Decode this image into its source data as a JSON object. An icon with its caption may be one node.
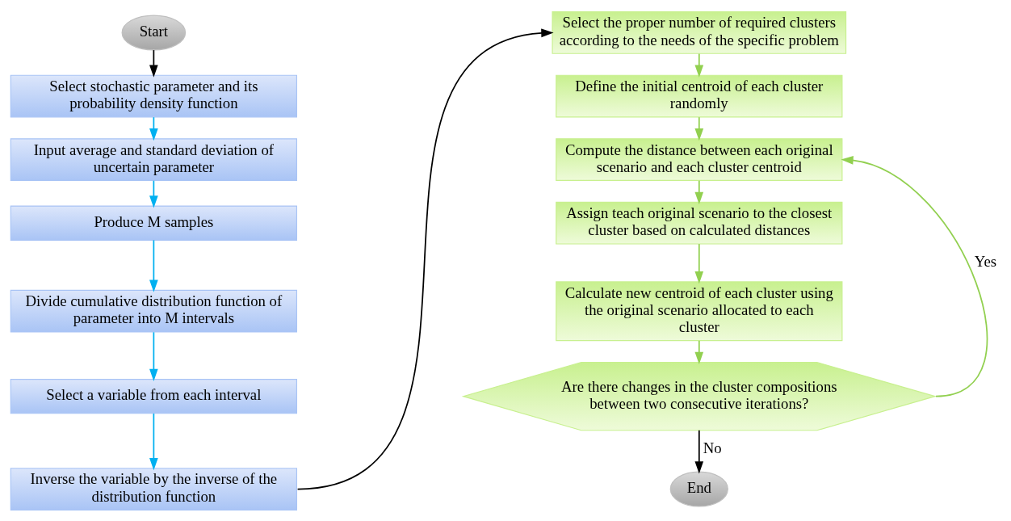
{
  "diagram": {
    "nodes": [
      {
        "text": [
          "Start"
        ]
      },
      {
        "text": [
          "Select stochastic parameter and its probability density function"
        ]
      },
      {
        "text": [
          "Input average and standard deviation of uncertain parameter"
        ]
      },
      {
        "text": [
          "Produce M samples"
        ]
      },
      {
        "text": [
          "Divide cumulative distribution function of parameter into M intervals"
        ]
      },
      {
        "text": [
          "Select a variable from each interval"
        ]
      },
      {
        "text": [
          "Inverse the variable by the inverse of the distribution function"
        ]
      },
      {
        "text": [
          "Select the proper number of required clusters according to the needs of the specific problem"
        ]
      },
      {
        "text": [
          "Define the initial centroid of each cluster randomly"
        ]
      },
      {
        "text": [
          "Compute the distance between each original scenario and each cluster centroid"
        ]
      },
      {
        "text": [
          "Assign teach original scenario to the closest cluster based on calculated distances"
        ]
      },
      {
        "text": [
          "Calculate new centroid of each cluster using the original scenario allocated to each cluster"
        ]
      },
      {
        "text": [
          "Are there changes in the cluster compositions between two consecutive iterations?"
        ]
      },
      {
        "text": [
          "End"
        ]
      }
    ],
    "edges": [
      {
        "from": 0,
        "to": 1,
        "arrow": "to",
        "color": "#000000"
      },
      {
        "from": 1,
        "to": 2,
        "arrow": "to",
        "color": "#00b0f0"
      },
      {
        "from": 2,
        "to": 3,
        "arrow": "to",
        "color": "#00b0f0"
      },
      {
        "from": 3,
        "to": 4,
        "arrow": "to",
        "color": "#00b0f0"
      },
      {
        "from": 4,
        "to": 5,
        "arrow": "to",
        "color": "#00b0f0"
      },
      {
        "from": 5,
        "to": 6,
        "arrow": "to",
        "color": "#00b0f0"
      },
      {
        "from": 6,
        "to": 7,
        "arrow": "to",
        "color": "#000000"
      },
      {
        "from": 7,
        "to": 8,
        "arrow": "to"
      },
      {
        "from": 8,
        "to": 9,
        "arrow": "to"
      },
      {
        "from": 9,
        "to": 10,
        "arrow": "to"
      },
      {
        "from": 10,
        "to": 11,
        "arrow": "to"
      },
      {
        "from": 11,
        "to": 12,
        "arrow": "to"
      },
      {
        "from": 12,
        "to": 9,
        "arrow": "to",
        "label": "Yes"
      },
      {
        "from": 12,
        "to": 13,
        "arrow": "to",
        "label": "No",
        "color": "#000000"
      }
    ]
  }
}
